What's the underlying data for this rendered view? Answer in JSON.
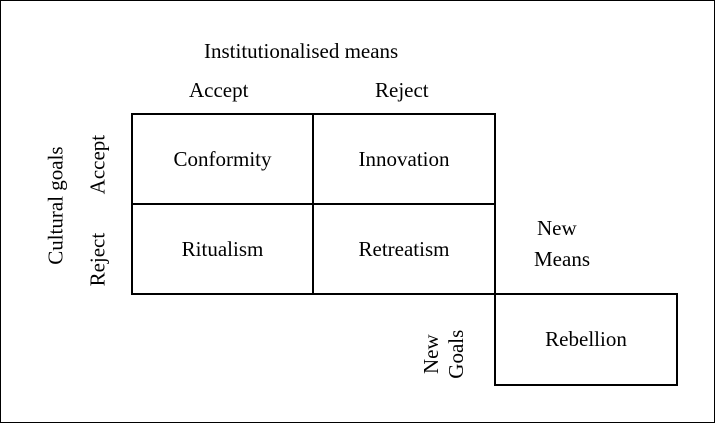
{
  "header": {
    "means_title": "Institutionalised means",
    "accept": "Accept",
    "reject": "Reject"
  },
  "side": {
    "goals_title": "Cultural goals",
    "accept": "Accept",
    "reject": "Reject"
  },
  "cells": {
    "conformity": "Conformity",
    "innovation": "Innovation",
    "ritualism": "Ritualism",
    "retreatism": "Retreatism",
    "rebellion": "Rebellion"
  },
  "extra": {
    "new_means_line1": "New",
    "new_means_line2": "Means",
    "new_goals_line1": "New",
    "new_goals_line2": "Goals"
  }
}
